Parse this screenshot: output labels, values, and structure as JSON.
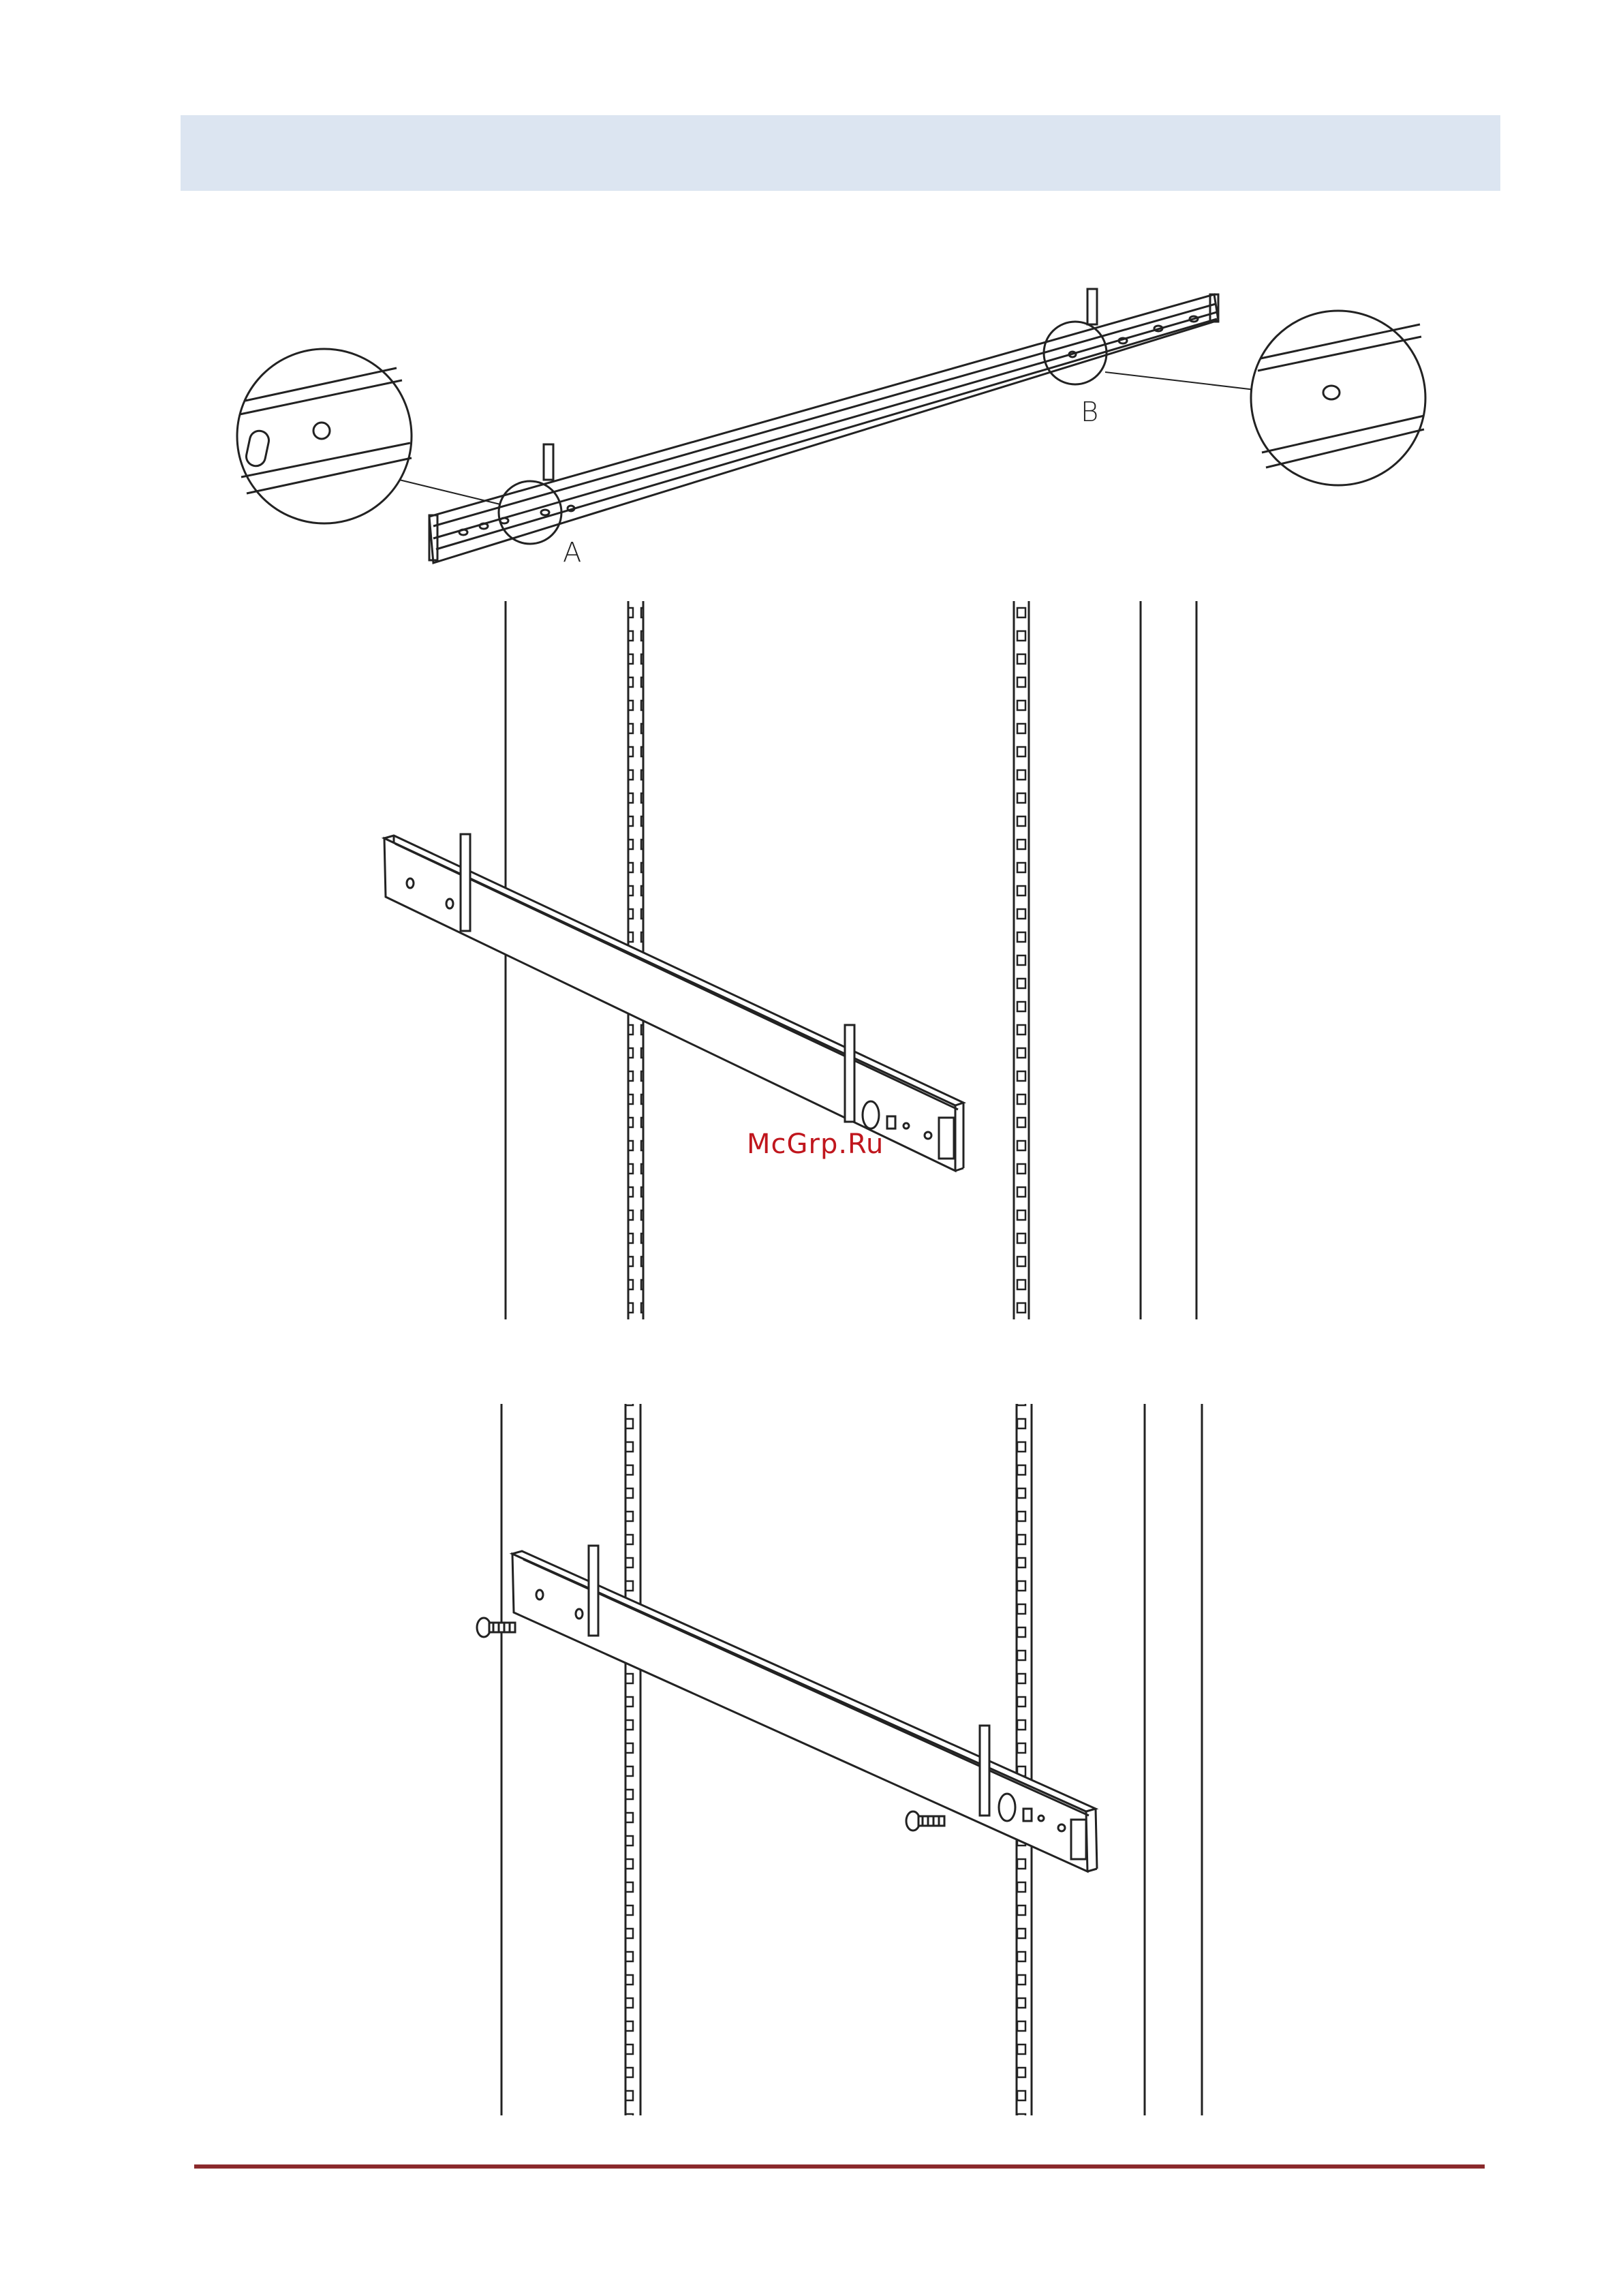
{
  "figure1": {
    "callout_a": "A",
    "callout_b": "B"
  },
  "watermark": "McGrp.Ru",
  "colors": {
    "header_band": "#dce5f1",
    "footer_rule": "#8b2a2c",
    "watermark": "#c0161d",
    "line": "#222222"
  }
}
